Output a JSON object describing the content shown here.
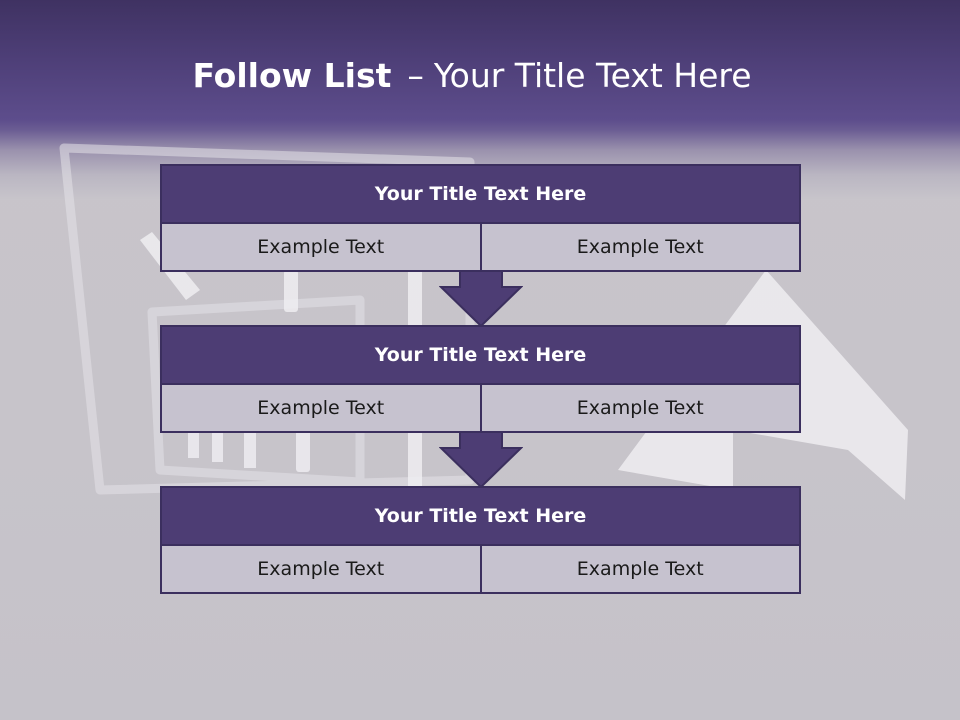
{
  "slide": {
    "title_bold": "Follow List",
    "title_dash": "–",
    "title_rest": "Your Title Text Here"
  },
  "stages": [
    {
      "title": "Your Title Text Here",
      "left_text": "Example Text",
      "right_text": "Example Text"
    },
    {
      "title": "Your Title Text Here",
      "left_text": "Example Text",
      "right_text": "Example Text"
    },
    {
      "title": "Your Title Text Here",
      "left_text": "Example Text",
      "right_text": "Example Text"
    }
  ],
  "colors": {
    "header_purple": "#4e3f78",
    "stage_title_fill": "#4d3d74",
    "stage_border": "#3b2f5e",
    "cell_fill": "#c6c2cf",
    "background": "#c7c4ca"
  },
  "icons": {
    "background": "cash-register-chart-watermark",
    "connector": "down-arrow"
  }
}
